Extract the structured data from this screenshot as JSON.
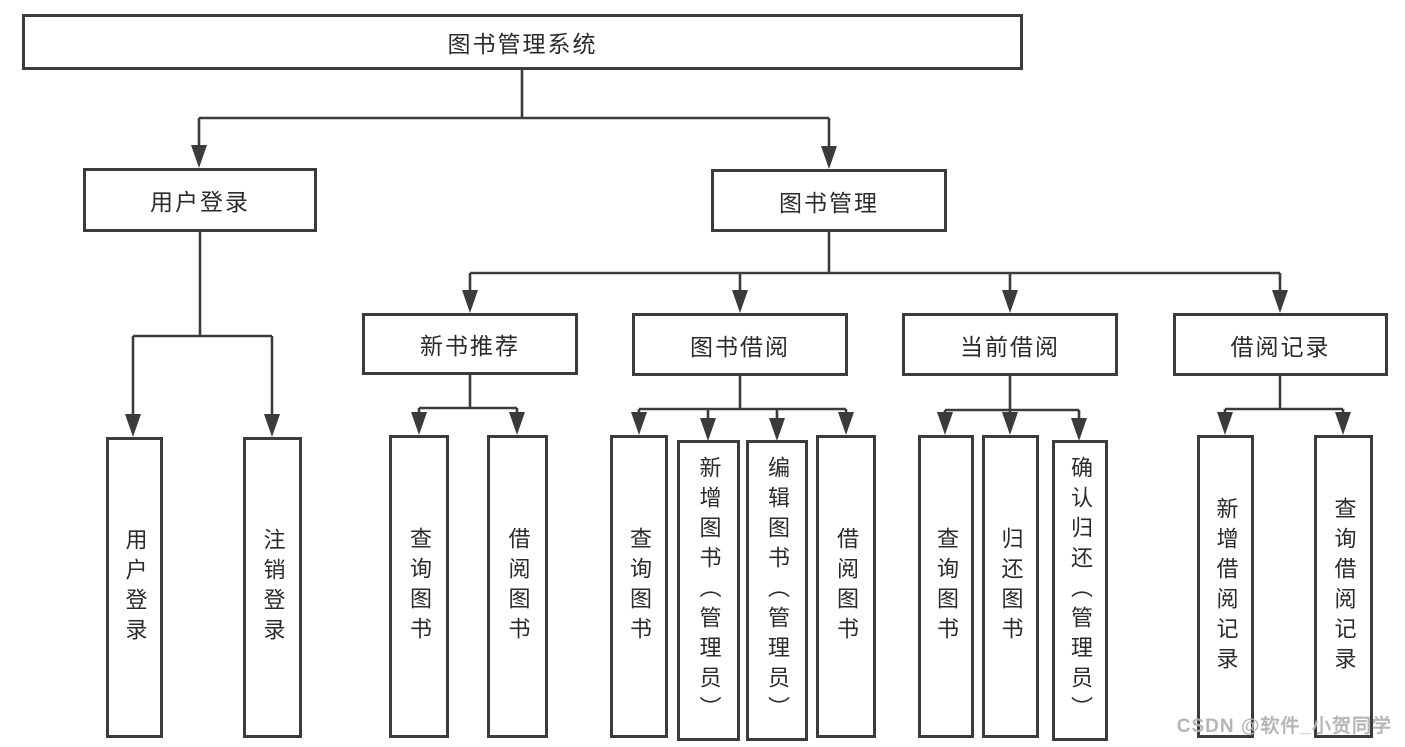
{
  "diagram": {
    "root": {
      "label": "图书管理系统"
    },
    "user_login": {
      "label": "用户登录",
      "children": [
        {
          "label": "用户登录"
        },
        {
          "label": "注销登录"
        }
      ]
    },
    "book_mgmt": {
      "label": "图书管理",
      "sections": [
        {
          "label": "新书推荐",
          "children": [
            {
              "label": "查询图书"
            },
            {
              "label": "借阅图书"
            }
          ]
        },
        {
          "label": "图书借阅",
          "children": [
            {
              "label": "查询图书"
            },
            {
              "label": "新增图书（管理员）"
            },
            {
              "label": "编辑图书（管理员）"
            },
            {
              "label": "借阅图书"
            }
          ]
        },
        {
          "label": "当前借阅",
          "children": [
            {
              "label": "查询图书"
            },
            {
              "label": "归还图书"
            },
            {
              "label": "确认归还（管理员）"
            }
          ]
        },
        {
          "label": "借阅记录",
          "children": [
            {
              "label": "新增借阅记录"
            },
            {
              "label": "查询借阅记录"
            }
          ]
        }
      ]
    },
    "watermark": "CSDN @软件_小贺同学",
    "colors": {
      "line": "#3b3b3b",
      "text": "#2b2b2b",
      "box_background": "#ffffff",
      "watermark": "#b2b2b2",
      "background": "#ffffff"
    }
  }
}
